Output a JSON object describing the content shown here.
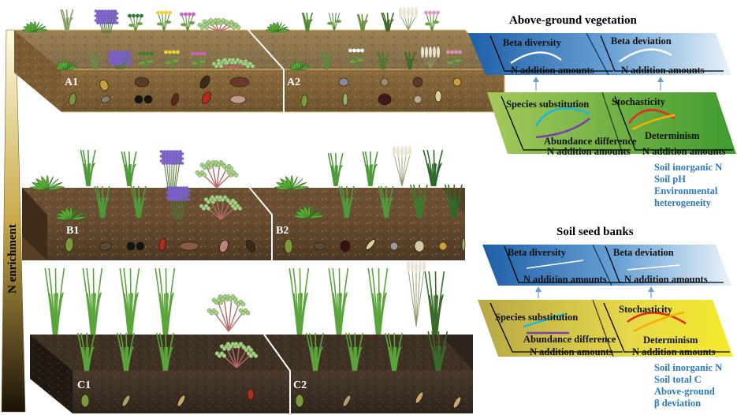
{
  "side_label": "N enrichment",
  "blocks": {
    "a1": "A1",
    "a2": "A2",
    "b1": "B1",
    "b2": "B2",
    "c1": "C1",
    "c2": "C2"
  },
  "above": {
    "title": "Above-ground vegetation",
    "beta_diversity": "Beta diversity",
    "beta_deviation": "Beta deviation",
    "n_addition_1": "N addition amounts",
    "n_addition_2": "N addition amounts",
    "species_substitution": "Species substitution",
    "abundance_difference": "Abundance difference",
    "stochasticity": "Stochasticity",
    "determinism": "Determinism",
    "n_addition_3": "N addition amounts",
    "n_addition_4": "N addition amounts",
    "drivers": [
      "Soil inorganic N",
      "Soil pH",
      "Environmental",
      "heterogeneity"
    ]
  },
  "seed": {
    "title": "Soil seed banks",
    "beta_diversity": "Beta diversity",
    "beta_deviation": "Beta deviation",
    "n_addition_1": "N addition amounts",
    "n_addition_2": "N addition amounts",
    "species_substitution": "Species substitution",
    "abundance_difference": "Abundance difference",
    "stochasticity": "Stochasticity",
    "determinism": "Determinism",
    "n_addition_3": "N addition amounts",
    "n_addition_4": "N addition amounts",
    "drivers": [
      "Soil inorganic N",
      "Soil total C",
      "Above-ground",
      "β deviation"
    ]
  },
  "colors": {
    "soil_top": "#8a6a3a",
    "soil_dark": "#3b2a1c",
    "blue_panel": "#2a6fb7",
    "green_panel": "#8fbf3a",
    "yellow_panel": "#e8d94a",
    "driver_text": "#2b78c4"
  }
}
